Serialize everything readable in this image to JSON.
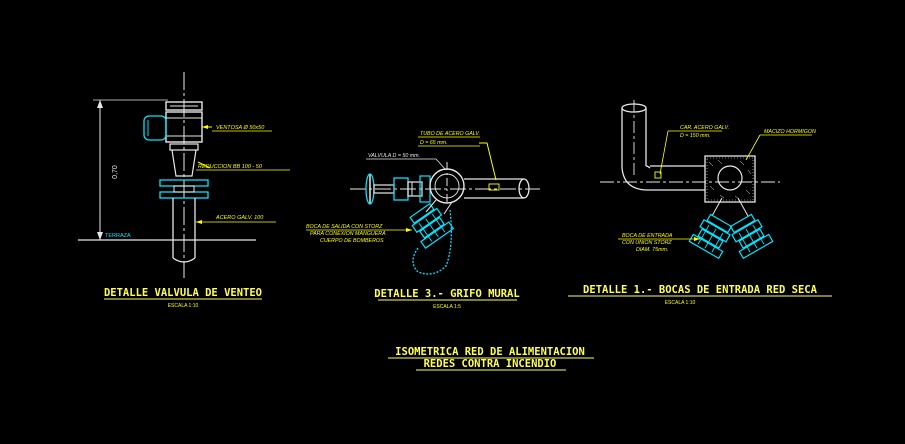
{
  "colors": {
    "background": "#000000",
    "line": "#e8e8e8",
    "cyan": "#00e5ff",
    "yellow": "#ffff00",
    "title": "#ffff55",
    "blue": "#3333ff"
  },
  "detail_venteo": {
    "title": "DETALLE  VALVULA  DE  VENTEO",
    "scale": "ESCALA 1:10",
    "dimension": "0,70",
    "labels": {
      "ventosa": "VENTOSA Ø 50x50",
      "reduccion": "REDUCCION BB 100 - 50",
      "acero": "ACERO GALV. 100",
      "terraza": "TERRAZA"
    }
  },
  "detail_grifo": {
    "title": "DETALLE 3.-  GRIFO  MURAL",
    "scale": "ESCALA 1:5",
    "labels": {
      "tubo_1": "TUBO DE ACERO GALV.",
      "tubo_2": "D = 65 mm.",
      "valvula": "VALVULA  D = 50 mm.",
      "boca_1": "BOCA DE SALIDA CON STORZ",
      "boca_2": "PARA CONEXION MANGUERA",
      "boca_3": "CUERPO DE BOMBEROS"
    }
  },
  "detail_bocas": {
    "title": "DETALLE 1.-  BOCAS  DE  ENTRADA  RED  SECA",
    "scale": "ESCALA 1:10",
    "labels": {
      "car_1": "CAR. ACERO GALV.",
      "car_2": "D = 150 mm.",
      "macizo": "MACIZO HORMIGON",
      "boca_1": "BOCA DE ENTRADA",
      "boca_2": "CON UNION STORZ",
      "boca_3": "DIAM. 75mm."
    }
  },
  "main_title": {
    "line1": "ISOMETRICA  RED  DE  ALIMENTACION",
    "line2": "REDES  CONTRA  INCENDIO"
  }
}
